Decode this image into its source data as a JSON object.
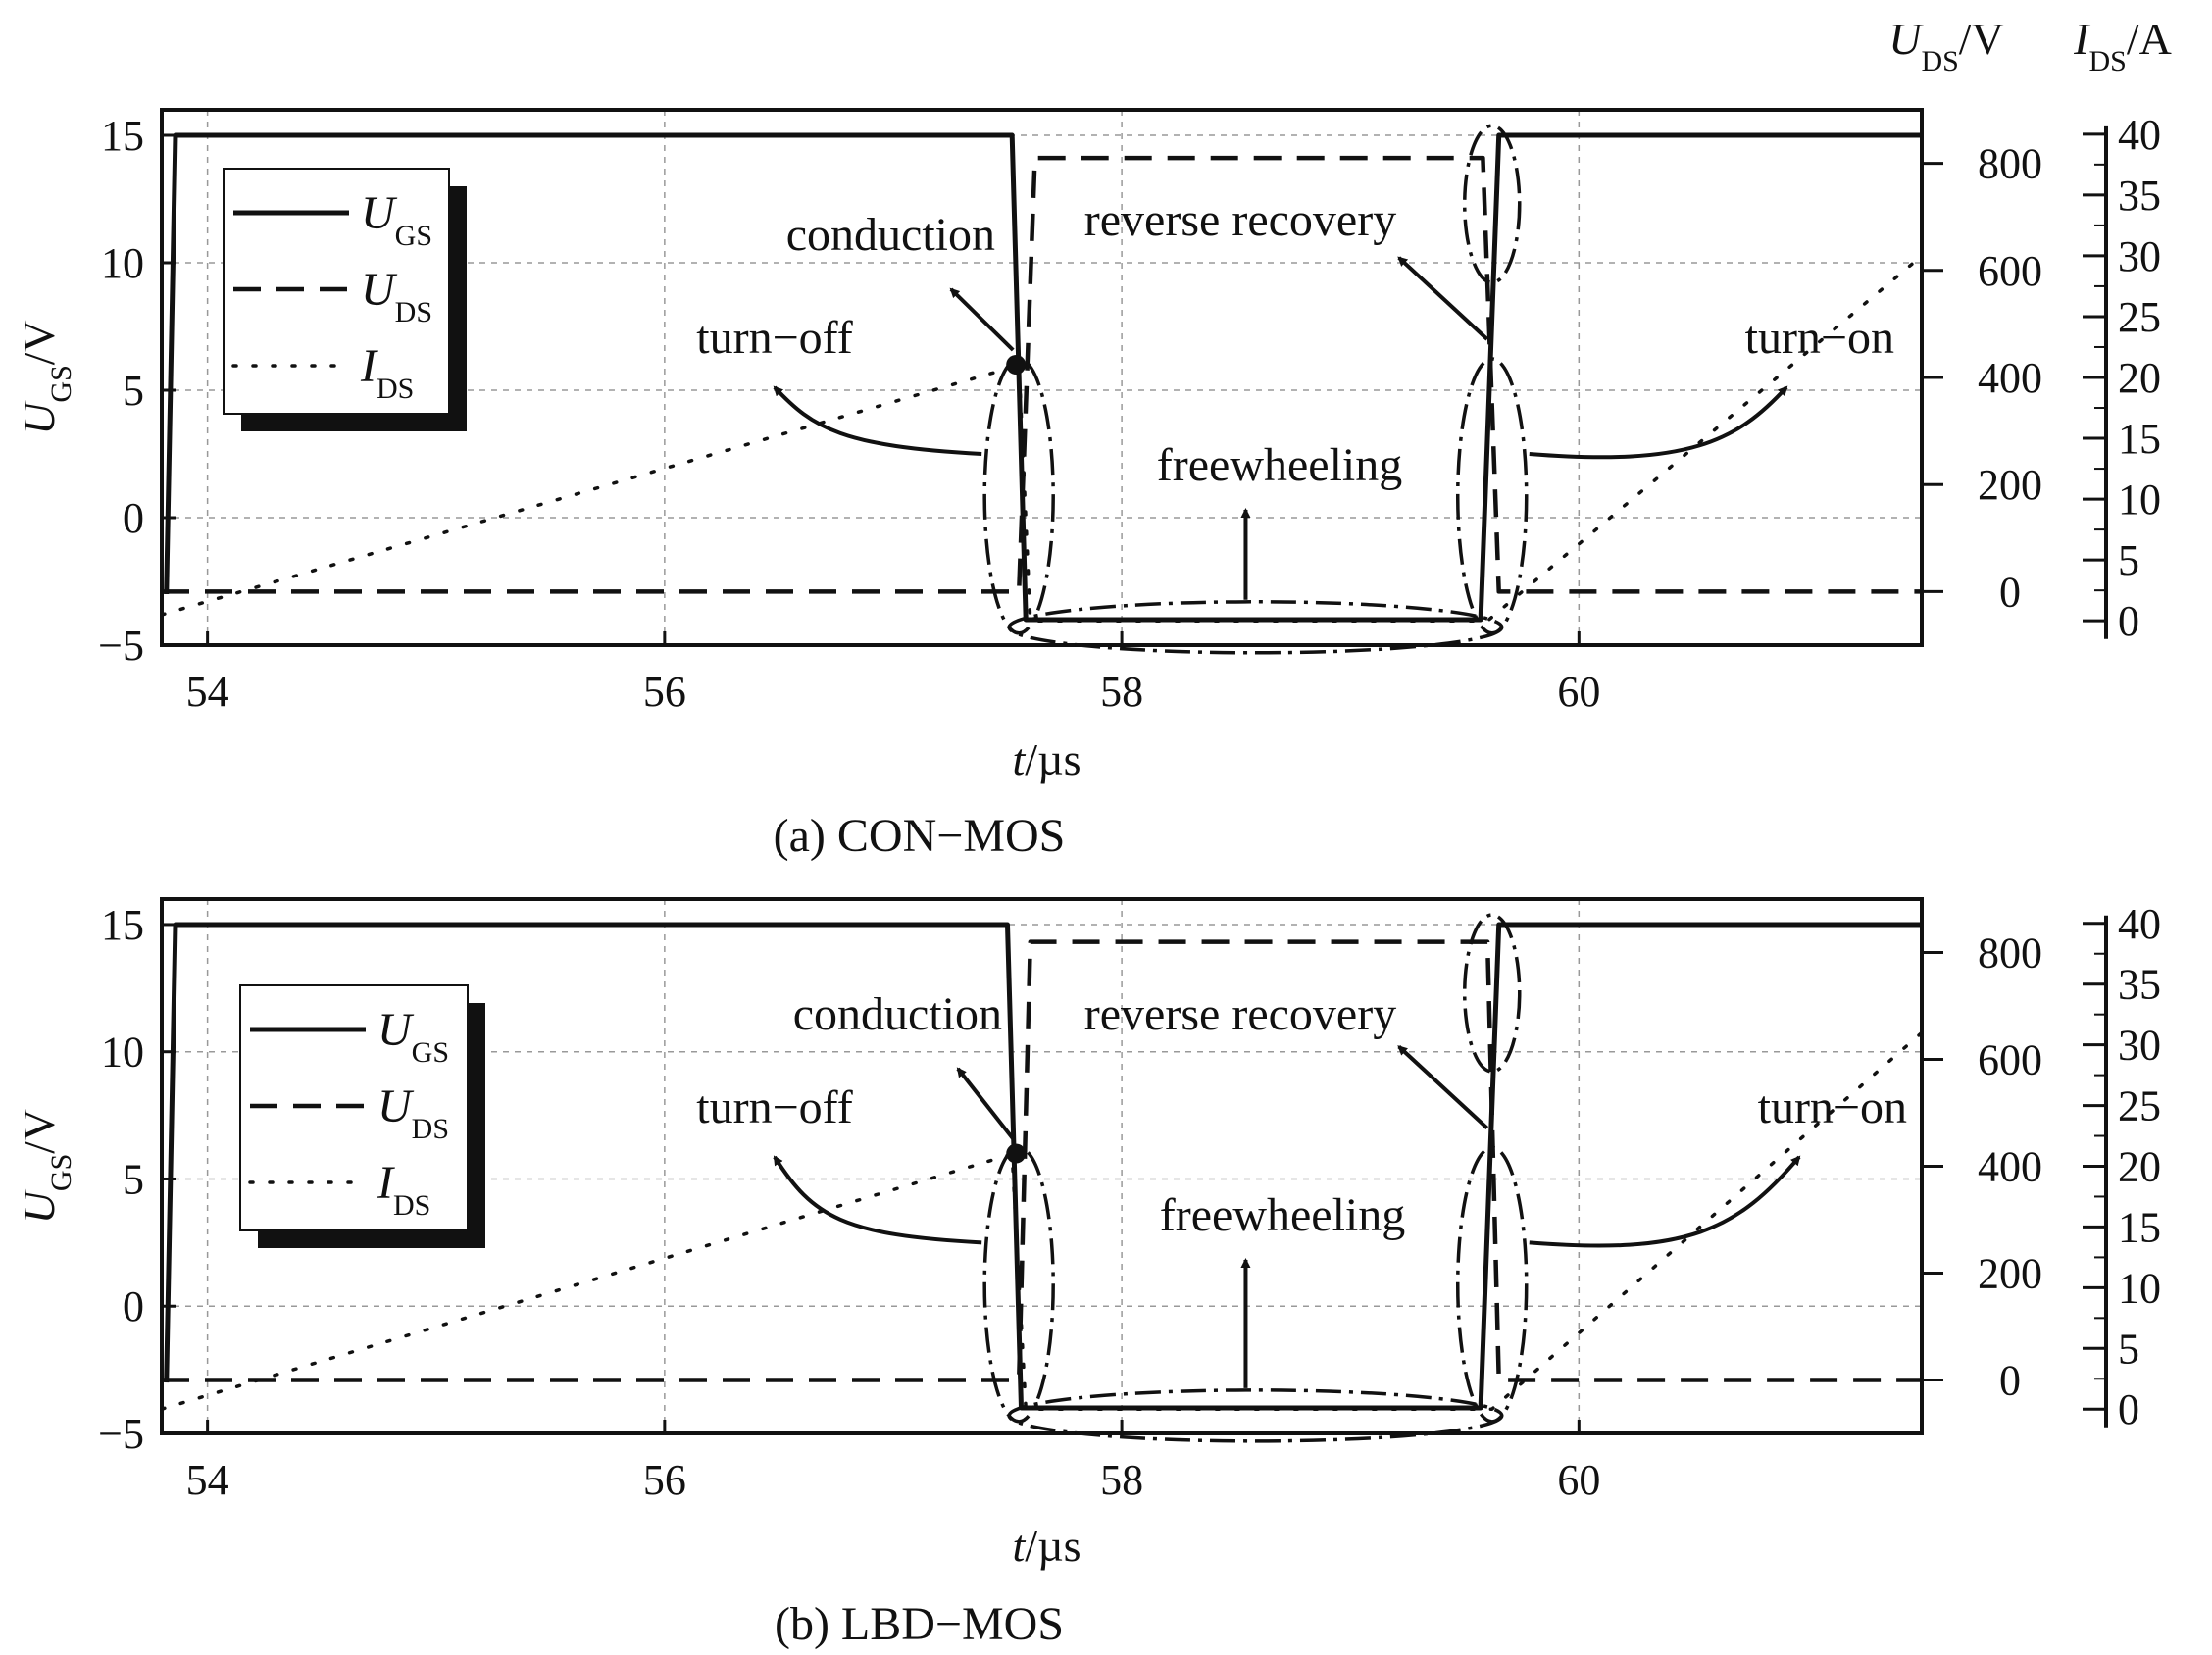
{
  "chart_data": [
    {
      "type": "line",
      "caption": "(a) CON−MOS",
      "xlabel": {
        "main": "t",
        "unit": "/µs"
      },
      "ylabel_left": {
        "main": "U",
        "sub": "GS",
        "unit": "/V"
      },
      "ylabel_right1": {
        "main": "U",
        "sub": "DS",
        "unit": "/V"
      },
      "ylabel_right2": {
        "main": "I",
        "sub": "DS",
        "unit": "/A"
      },
      "xlim": [
        53.8,
        61.5
      ],
      "ylim_left": [
        -5,
        16
      ],
      "ylim_right1": [
        -100,
        900
      ],
      "ylim_right2": [
        -2,
        42
      ],
      "xticks": [
        "54",
        "56",
        "58",
        "60"
      ],
      "xtick_values": [
        54,
        56,
        58,
        60
      ],
      "yticks_left": [
        "15",
        "10",
        "5",
        "0",
        "−5"
      ],
      "ytick_left_values": [
        15,
        10,
        5,
        0,
        -5
      ],
      "yticks_right1": [
        "800",
        "600",
        "400",
        "200",
        "0"
      ],
      "ytick_right1_values": [
        800,
        600,
        400,
        200,
        0
      ],
      "yticks_right2": [
        "40",
        "35",
        "30",
        "25",
        "20",
        "15",
        "10",
        "5",
        "0"
      ],
      "ytick_right2_values": [
        40,
        35,
        30,
        25,
        20,
        15,
        10,
        5,
        0
      ],
      "grid": true,
      "legend_placement": "top-left",
      "legend": [
        {
          "main": "U",
          "sub": "GS",
          "style": "solid"
        },
        {
          "main": "U",
          "sub": "DS",
          "style": "dashed"
        },
        {
          "main": "I",
          "sub": "DS",
          "style": "dotted"
        }
      ],
      "series": [
        {
          "name": "UGS",
          "axis": "left",
          "x": [
            53.82,
            53.86,
            57.52,
            57.58,
            59.57,
            59.65,
            61.5
          ],
          "y": [
            -3,
            15,
            15,
            -4,
            -4,
            15,
            15
          ]
        },
        {
          "name": "UDS",
          "axis": "right1",
          "x": [
            53.8,
            57.55,
            57.62,
            59.58,
            59.65,
            61.5
          ],
          "y": [
            0,
            0,
            810,
            810,
            0,
            0
          ]
        },
        {
          "name": "IDS",
          "axis": "right2",
          "x": [
            53.8,
            57.55,
            57.6,
            59.6,
            61.5
          ],
          "y": [
            0.5,
            21,
            0,
            0,
            30
          ]
        }
      ],
      "annotations": [
        "conduction",
        "reverse recovery",
        "turn−off",
        "turn−on",
        "freewheeling"
      ]
    },
    {
      "type": "line",
      "caption": "(b) LBD−MOS",
      "xlabel": {
        "main": "t",
        "unit": "/µs"
      },
      "ylabel_left": {
        "main": "U",
        "sub": "GS",
        "unit": "/V"
      },
      "ylim_left": [
        -5,
        16
      ],
      "ylim_right1": [
        -100,
        900
      ],
      "ylim_right2": [
        -2,
        42
      ],
      "xlim": [
        53.8,
        61.5
      ],
      "xticks": [
        "54",
        "56",
        "58",
        "60"
      ],
      "xtick_values": [
        54,
        56,
        58,
        60
      ],
      "yticks_left": [
        "15",
        "10",
        "5",
        "0",
        "−5"
      ],
      "ytick_left_values": [
        15,
        10,
        5,
        0,
        -5
      ],
      "yticks_right1": [
        "800",
        "600",
        "400",
        "200",
        "0"
      ],
      "ytick_right1_values": [
        800,
        600,
        400,
        200,
        0
      ],
      "yticks_right2": [
        "40",
        "35",
        "30",
        "25",
        "20",
        "15",
        "10",
        "5",
        "0"
      ],
      "ytick_right2_values": [
        40,
        35,
        30,
        25,
        20,
        15,
        10,
        5,
        0
      ],
      "grid": true,
      "legend_placement": "top-left",
      "legend": [
        {
          "main": "U",
          "sub": "GS",
          "style": "solid"
        },
        {
          "main": "U",
          "sub": "DS",
          "style": "dashed"
        },
        {
          "main": "I",
          "sub": "DS",
          "style": "dotted"
        }
      ],
      "series": [
        {
          "name": "UGS",
          "axis": "left",
          "x": [
            53.82,
            53.86,
            57.5,
            57.56,
            59.57,
            59.65,
            61.5
          ],
          "y": [
            -3,
            15,
            15,
            -4,
            -4,
            15,
            15
          ]
        },
        {
          "name": "UDS",
          "axis": "right1",
          "x": [
            53.8,
            57.55,
            57.6,
            59.6,
            59.65,
            61.5
          ],
          "y": [
            0,
            0,
            820,
            820,
            0,
            0
          ]
        },
        {
          "name": "IDS",
          "axis": "right2",
          "x": [
            53.8,
            57.52,
            57.58,
            59.62,
            61.5
          ],
          "y": [
            0,
            21,
            0,
            0,
            31
          ]
        }
      ],
      "annotations": [
        "conduction",
        "reverse recovery",
        "turn−off",
        "turn−on",
        "freewheeling"
      ]
    }
  ]
}
